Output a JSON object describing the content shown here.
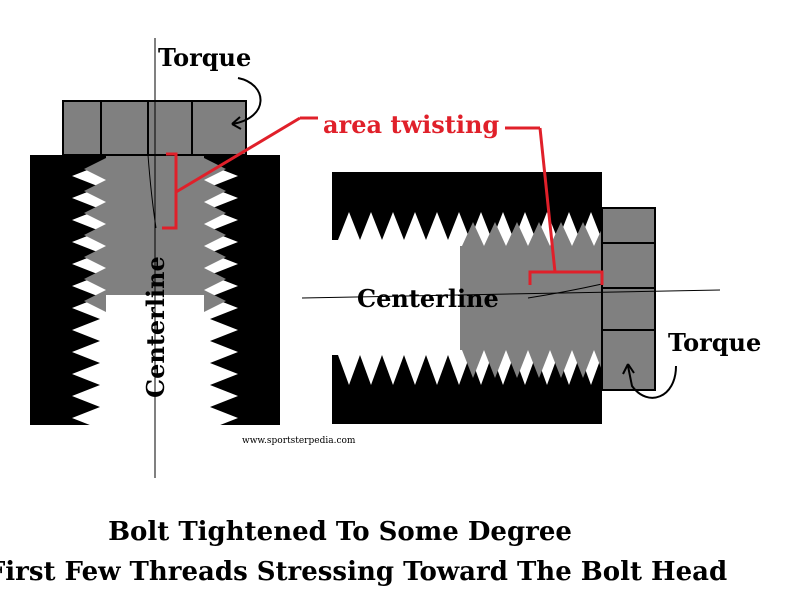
{
  "labels": {
    "torque_left": "Torque",
    "torque_right": "Torque",
    "area_twisting": "area twisting",
    "centerline_left": "Centerline",
    "centerline_right": "Centerline"
  },
  "watermark": "www.sportsterpedia.com",
  "caption": {
    "line1": "Bolt Tightened To Some Degree",
    "line2": "First Few Threads Stressing Toward The Bolt Head"
  },
  "colors": {
    "nut_body": "#000000",
    "bolt_gray": "#808080",
    "highlight": "#e0202a",
    "outline": "#000000",
    "background": "#ffffff"
  },
  "icons": [
    "curved-arrow-icon"
  ]
}
